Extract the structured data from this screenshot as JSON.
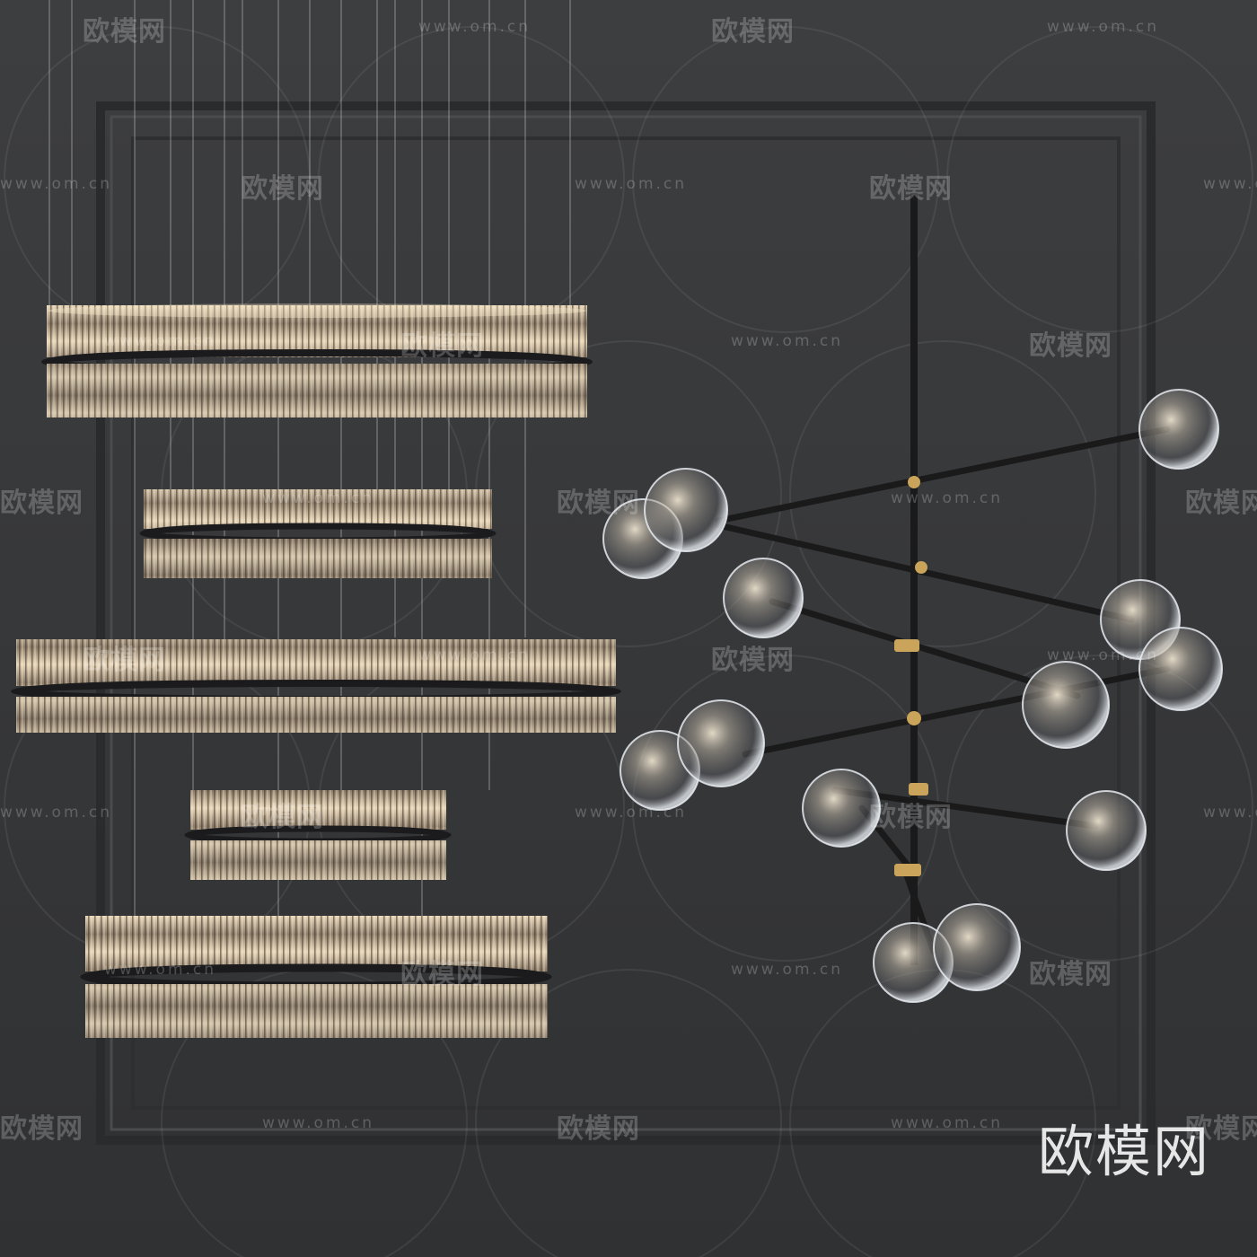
{
  "watermark": {
    "brand": "欧模网",
    "url": "www.om.cn",
    "corner_logo": "欧模网"
  },
  "colors": {
    "wall": "#38393b",
    "panel_edge": "#2b2c2e",
    "ring_band": "#1c1c1e",
    "glass": "#d9c4a4",
    "brass": "#c9a45a",
    "globe": "#bfc3c8"
  }
}
